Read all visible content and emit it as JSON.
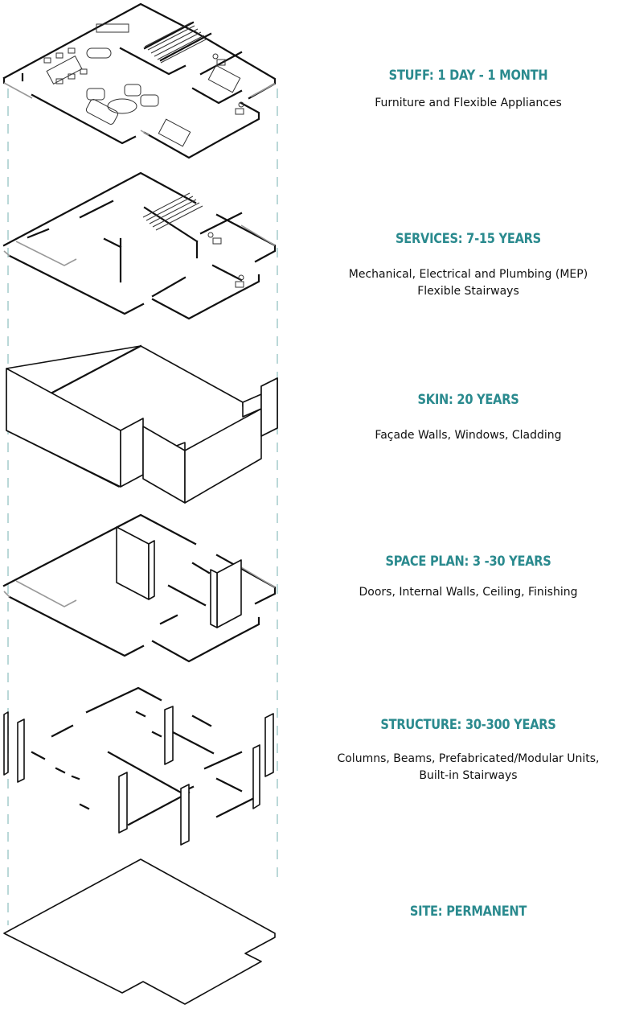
{
  "layers": [
    {
      "id": "stuff",
      "title": "STUFF: 1 DAY - 1 MONTH",
      "desc": [
        "Furniture and Flexible Appliances"
      ]
    },
    {
      "id": "services",
      "title": "SERVICES: 7-15 YEARS",
      "desc": [
        "Mechanical, Electrical and Plumbing (MEP)",
        "Flexible Stairways"
      ]
    },
    {
      "id": "skin",
      "title": "SKIN: 20 YEARS",
      "desc": [
        "Façade Walls, Windows, Cladding"
      ]
    },
    {
      "id": "space-plan",
      "title": "SPACE PLAN: 3 -30 YEARS",
      "desc": [
        "Doors, Internal Walls, Ceiling, Finishing"
      ]
    },
    {
      "id": "structure",
      "title": "STRUCTURE: 30-300 YEARS",
      "desc": [
        "Columns, Beams, Prefabricated/Modular Units,",
        "Built-in Stairways"
      ]
    },
    {
      "id": "site",
      "title": "SITE: PERMANENT",
      "desc": []
    }
  ],
  "colors": {
    "title": "#2a8a8e",
    "text": "#111111",
    "guide": "#9cc7c8"
  }
}
